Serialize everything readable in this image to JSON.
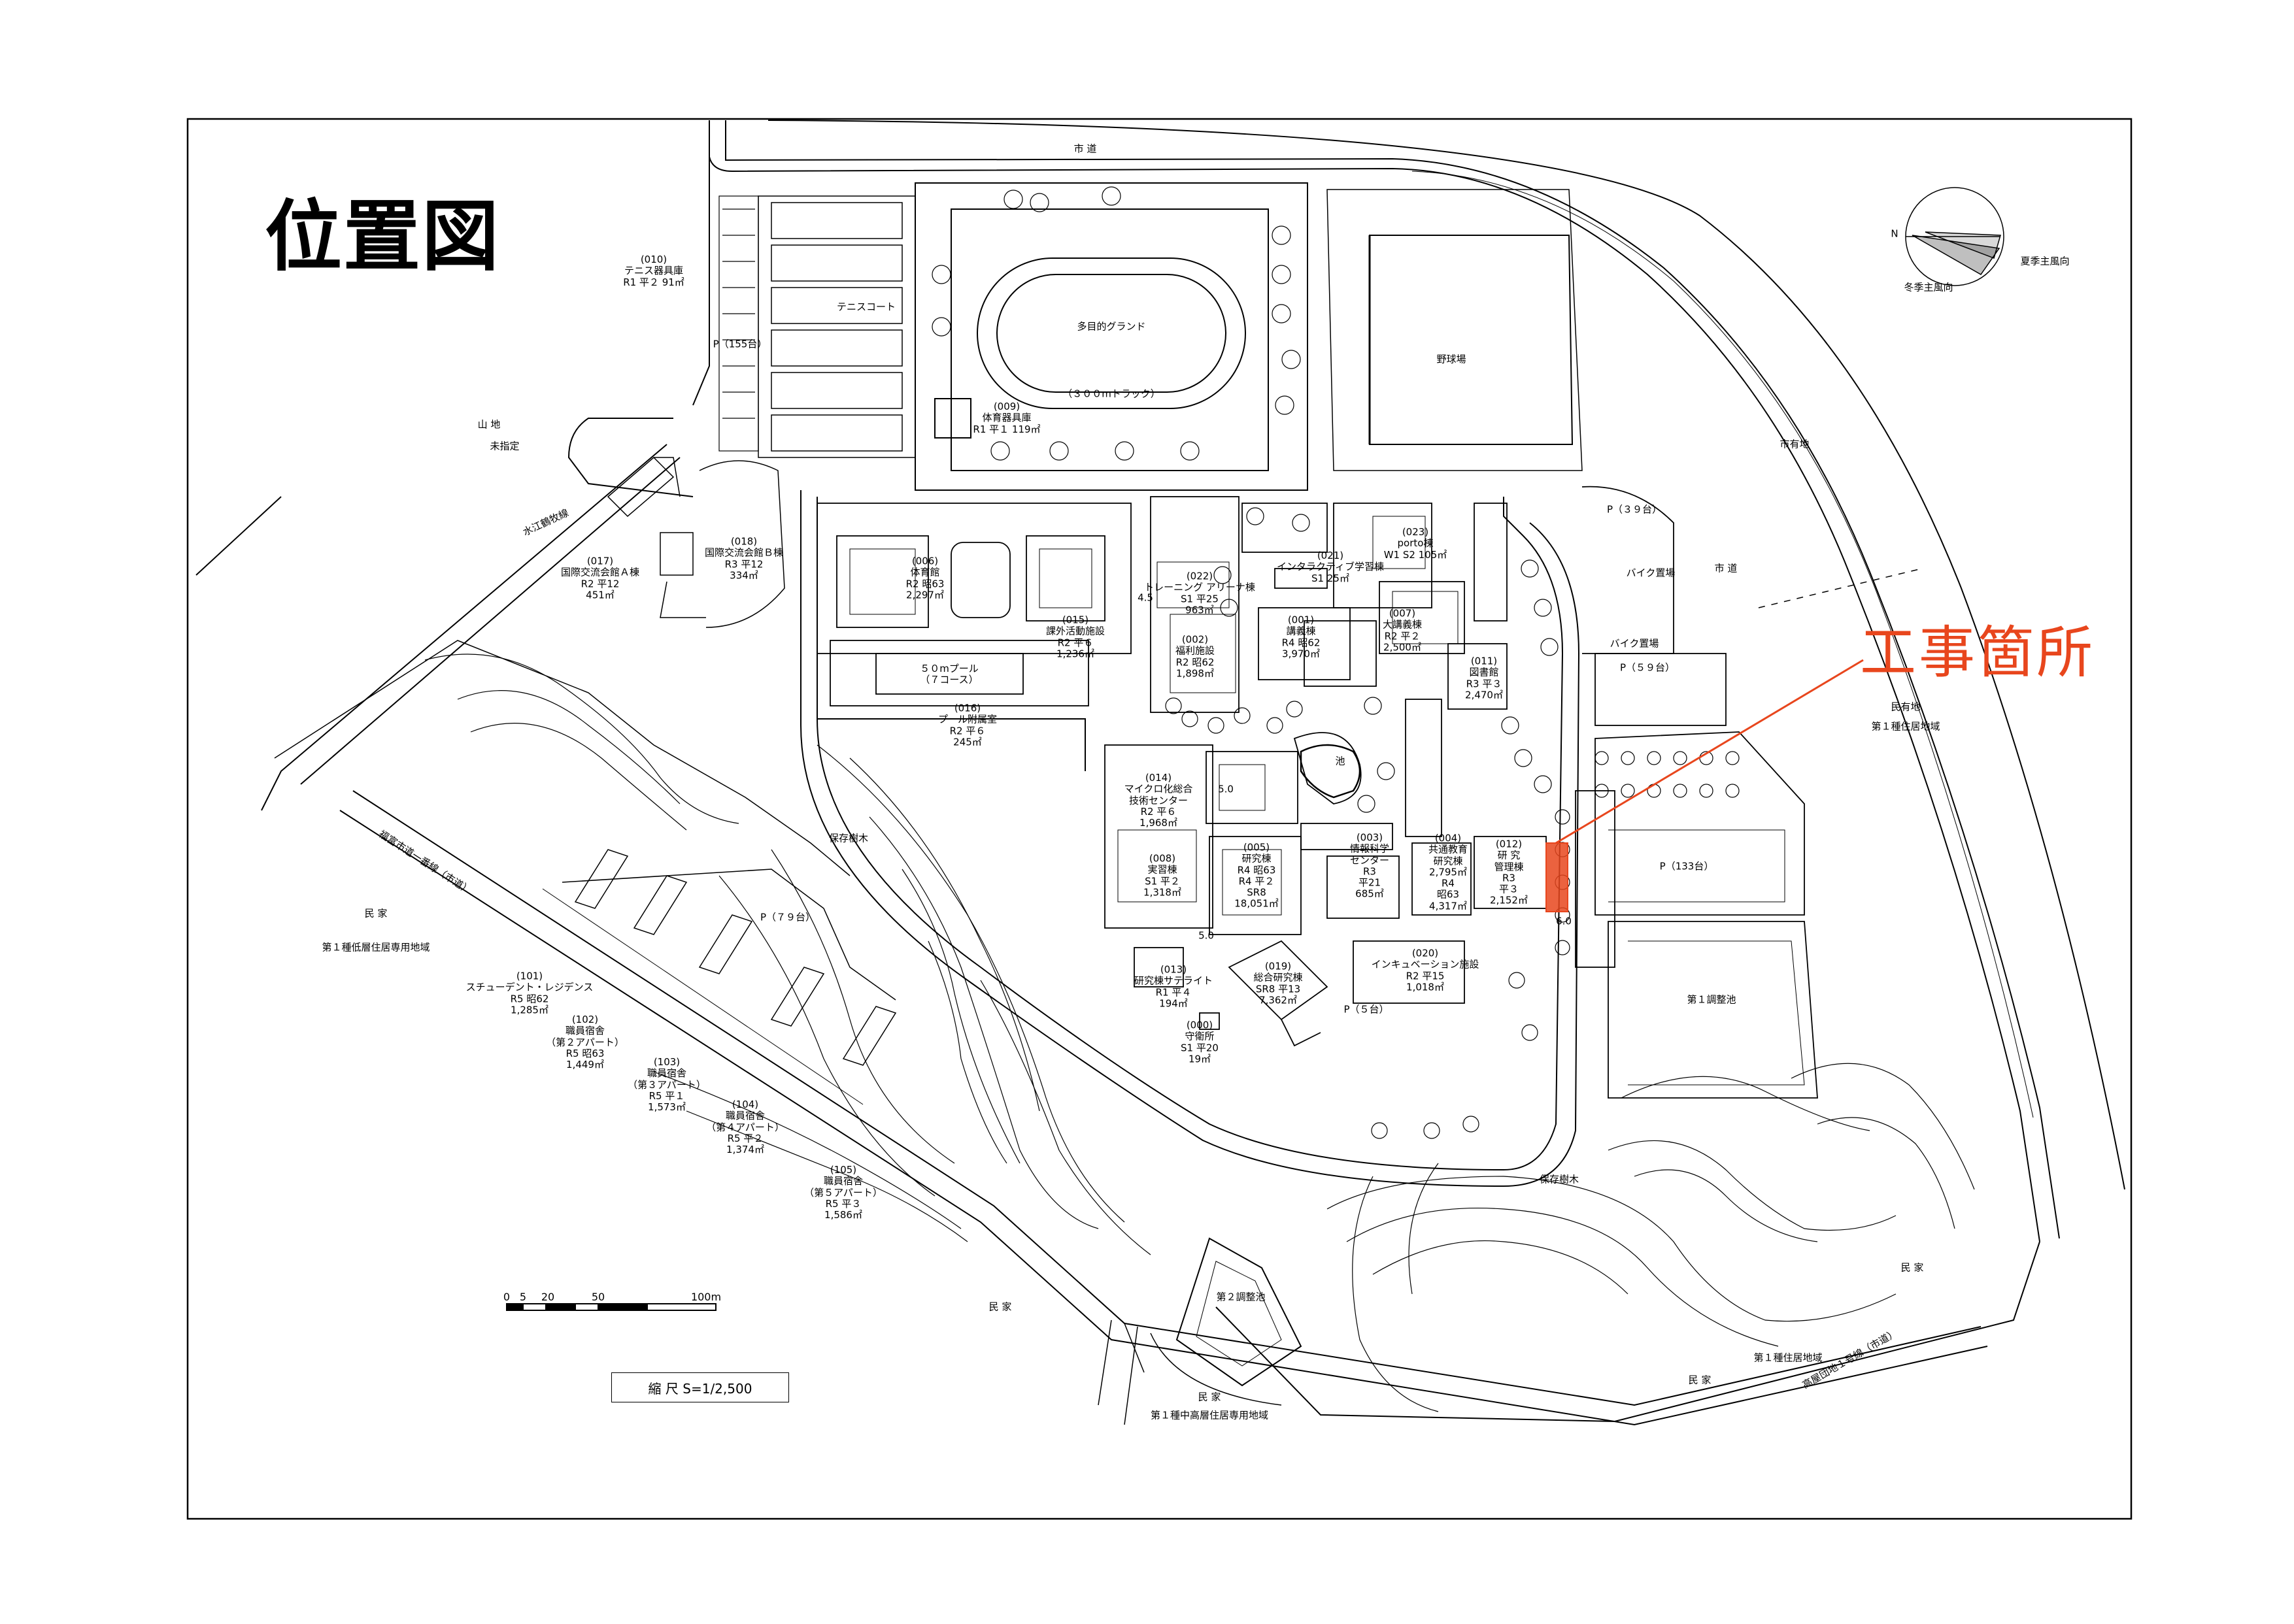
{
  "title": "位置図",
  "construction_label": "工事箇所",
  "scale_text": "縮 尺 S=1/2,500",
  "scale_ticks": [
    "0",
    "5",
    "20",
    "50",
    "100m"
  ],
  "wind": {
    "north": "N",
    "summer": "夏季主風向",
    "winter": "冬季主風向"
  },
  "colors": {
    "highlight": "#e8461d",
    "line": "#000000"
  },
  "roads": {
    "top": "市 道",
    "right": "市 道",
    "west": "水江鶴牧線",
    "southwest": "福富市道一番線（市道）",
    "south": "高屋団地１号線（市道）"
  },
  "zones": {
    "mountain": "山 地",
    "undesignated": "未指定",
    "city_land": "市有地",
    "private_land": "民有地",
    "private_zone": "第１種住居地域",
    "house_w": "民 家",
    "house_w_zone": "第１種低層住居専用地域",
    "house_s": "民 家",
    "house_sc": "民 家",
    "house_sc_zone": "第１種中高層住居専用地域",
    "house_se": "民 家",
    "house_se_zone": "第１種住居地域",
    "house_e": "民 家",
    "trees1": "保存樹木",
    "trees2": "保存樹木"
  },
  "facilities": {
    "tennis_court": "テニスコート",
    "ground": "多目的グランド",
    "track": "（３００mトラック）",
    "baseball": "野球場",
    "pool": "５０mプール\n（７コース）",
    "pond": "池",
    "adj1": "第１調整池",
    "adj2": "第２調整池"
  },
  "parking": {
    "p155": "P（155台）",
    "p39": "P（３９台）",
    "p59": "P（５９台）",
    "p133": "P（133台）",
    "p79": "P（７９台）",
    "p5": "P（５台）",
    "bike1": "バイク置場",
    "bike2": "バイク置場"
  },
  "buildings": [
    "(010)\nテニス器具庫\nR1 平２ 91㎡",
    "(009)\n体育器具庫\nR1 平１ 119㎡",
    "(017)\n国際交流会館Ａ棟\nR2 平12\n451㎡",
    "(018)\n国際交流会館Ｂ棟\nR3 平12\n334㎡",
    "(006)\n体育館\nR2 昭63\n2,297㎡",
    "(015)\n課外活動施設\nR2 平６\n1,236㎡",
    "(016)\nプール附属室\nR2 平６\n245㎡",
    "(022)\nトレーニング アリーナ棟\nS1 平25\n963㎡",
    "(002)\n福利施設\nR2 昭62\n1,898㎡",
    "(021)\nインタラクティブ学習棟\nS1 25㎡",
    "(001)\n講義棟\nR4 昭62\n3,970㎡",
    "(023)\nporto棟\nW1 S2 105㎡",
    "(007)\n大講義棟\nR2 平２\n2,500㎡",
    "(011)\n図書館\nR3 平３\n2,470㎡",
    "(014)\nマイクロ化総合\n技術センター\nR2 平６\n1,968㎡",
    "(005)\n研究棟\nR4 昭63\nR4 平２\nSR8\n18,051㎡",
    "(003)\n情報科学\nセンター\nR3\n平21\n685㎡",
    "(004)\n共通教育\n研究棟\n2,795㎡\nR4\n昭63\n4,317㎡",
    "(012)\n研 究\n管理棟\nR3\n平３\n2,152㎡",
    "(008)\n実習棟\nS1 平２\n1,318㎡",
    "(013)\n研究棟サテライト\nR1 平４\n194㎡",
    "(019)\n総合研究棟\nSR8 平13\n7,362㎡",
    "(020)\nインキュベーション施設\nR2 平15\n1,018㎡",
    "(000)\n守衛所\nS1 平20\n19㎡",
    "(101)\nスチューデント・レジデンス\nR5 昭62\n1,285㎡",
    "(102)\n職員宿舎\n（第２アパート）\nR5 昭63\n1,449㎡",
    "(103)\n職員宿舎\n（第３アパート）\nR5 平１\n1,573㎡",
    "(104)\n職員宿舎\n（第４アパート）\nR5 平２\n1,374㎡",
    "(105)\n職員宿舎\n（第５アパート）\nR5 平３\n1,586㎡"
  ],
  "dims": {
    "d1": "4.5",
    "d2": "5.0",
    "d3": "5.0",
    "d4": "6.0"
  }
}
